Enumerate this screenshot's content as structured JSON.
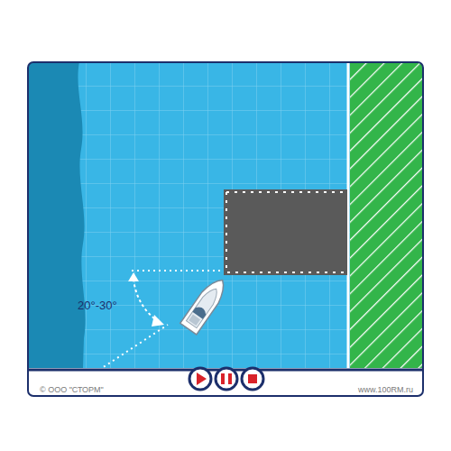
{
  "diagram": {
    "labels": [
      "20°-30°",
      "© ООО \"СТОРМ\"",
      "www.100RM.ru"
    ]
  }
}
